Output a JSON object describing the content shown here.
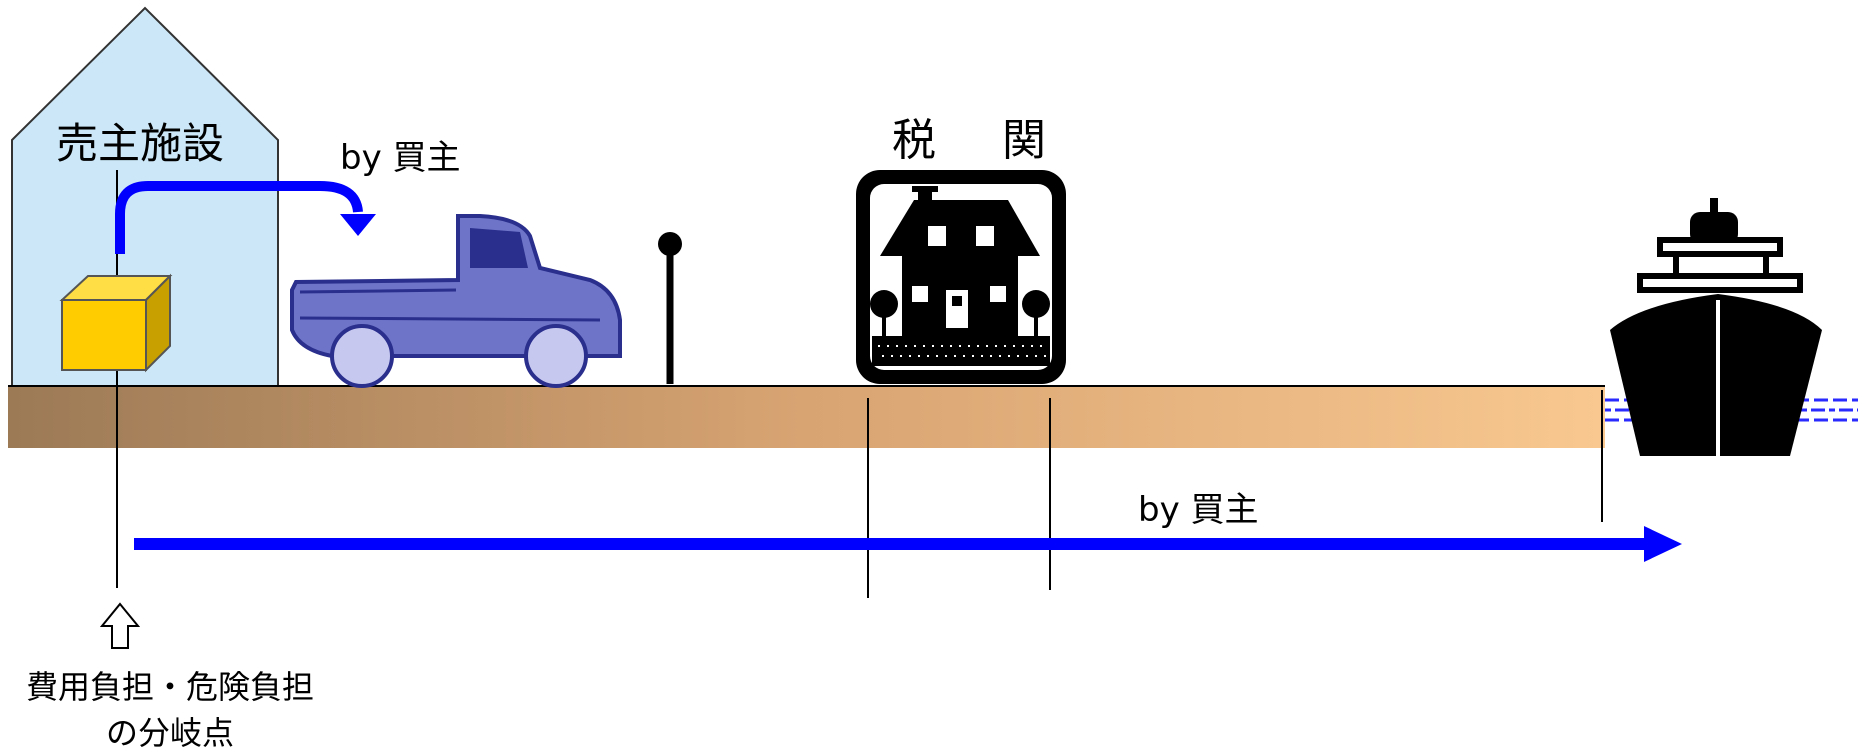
{
  "labels": {
    "seller_facility": "売主施設",
    "by_buyer_loading": "by 買主",
    "customs": "税 関",
    "by_buyer_transport": "by 買主",
    "split_point_line1": "費用負担・危険負担",
    "split_point_line2": "の分岐点"
  },
  "colors": {
    "building_fill": "#cce8f8",
    "arrow_blue": "#0000ff",
    "truck_fill": "#6e74c8",
    "truck_stroke": "#2a2e8c",
    "cargo_box": "#ffcc00",
    "ground_left": "#9c7a56",
    "ground_right": "#f8c890"
  },
  "icons": [
    "warehouse-icon",
    "cargo-box-icon",
    "pickup-truck-icon",
    "pole-icon",
    "customs-house-icon",
    "ship-icon",
    "up-arrow-icon"
  ]
}
